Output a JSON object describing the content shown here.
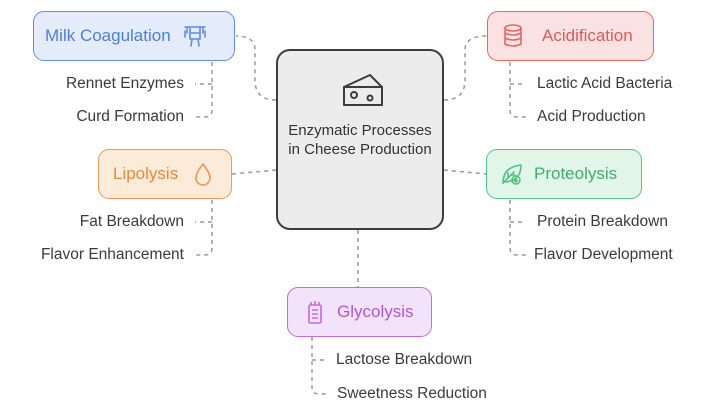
{
  "center": {
    "title": "Enzymatic Processes in Cheese Production"
  },
  "nodes": {
    "milk": {
      "label": "Milk Coagulation",
      "items": [
        "Rennet Enzymes",
        "Curd Formation"
      ]
    },
    "acid": {
      "label": "Acidification",
      "items": [
        "Lactic Acid Bacteria",
        "Acid Production"
      ]
    },
    "lipo": {
      "label": "Lipolysis",
      "items": [
        "Fat Breakdown",
        "Flavor Enhancement"
      ]
    },
    "prot": {
      "label": "Proteolysis",
      "items": [
        "Protein Breakdown",
        "Flavor Development"
      ]
    },
    "glyc": {
      "label": "Glycolysis",
      "items": [
        "Lactose Breakdown",
        "Sweetness Reduction"
      ]
    }
  },
  "colors": {
    "milk": "#5f8ee3",
    "acid": "#e36767",
    "lipo": "#ef9a52",
    "prot": "#55c284",
    "glyc": "#c16ae4",
    "center_border": "#3c3c3c"
  },
  "icons": {
    "center": "cheese-icon",
    "milk": "milking-machine-icon",
    "acid": "barrel-icon",
    "lipo": "droplet-icon",
    "prot": "leaf-icon",
    "glyc": "battery-icon"
  }
}
